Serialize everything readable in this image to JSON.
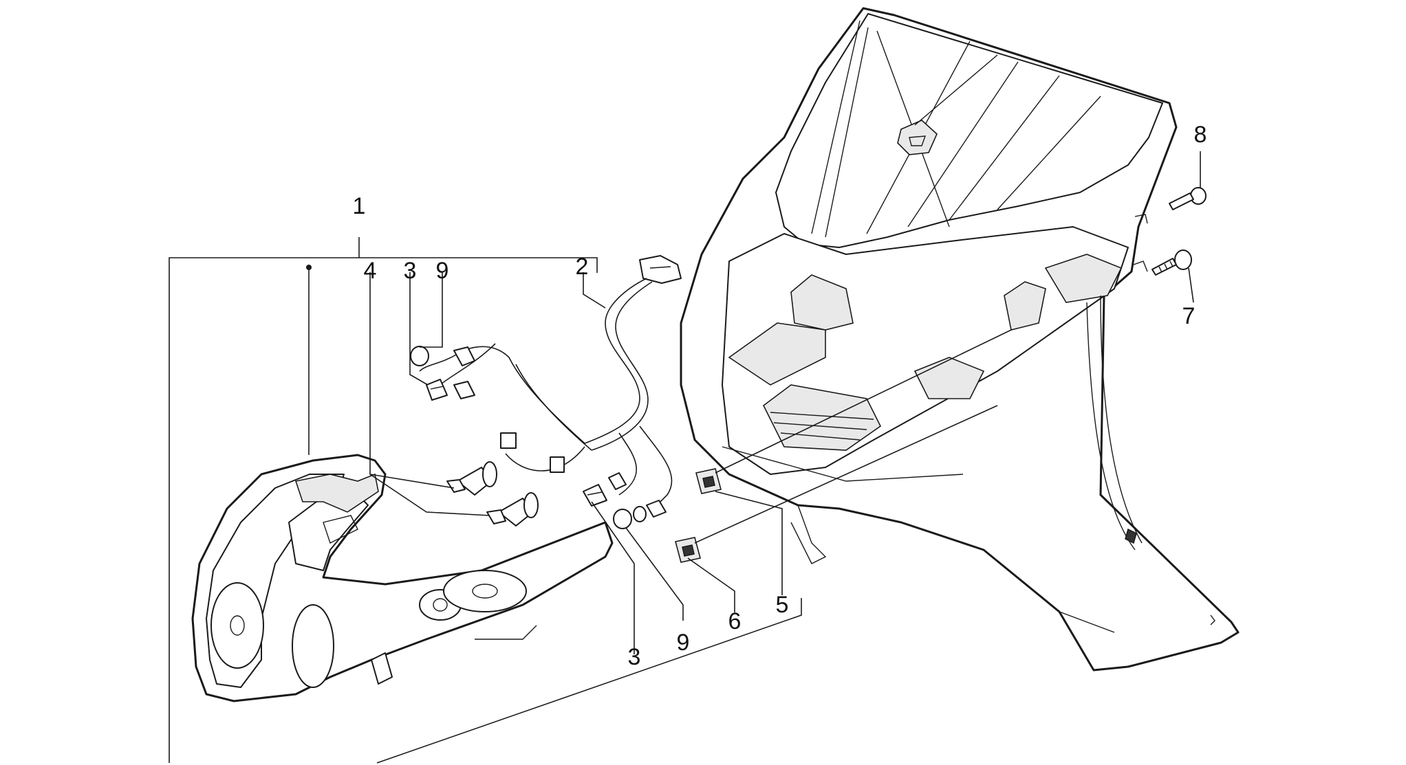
{
  "callouts": {
    "c1": "1",
    "c2": "2",
    "c3_top": "3",
    "c3_bottom": "3",
    "c4": "4",
    "c5": "5",
    "c6": "6",
    "c7": "7",
    "c8": "8",
    "c9_top": "9",
    "c9_bottom": "9"
  },
  "colors": {
    "line": "#1a1a1a",
    "background": "#ffffff"
  }
}
